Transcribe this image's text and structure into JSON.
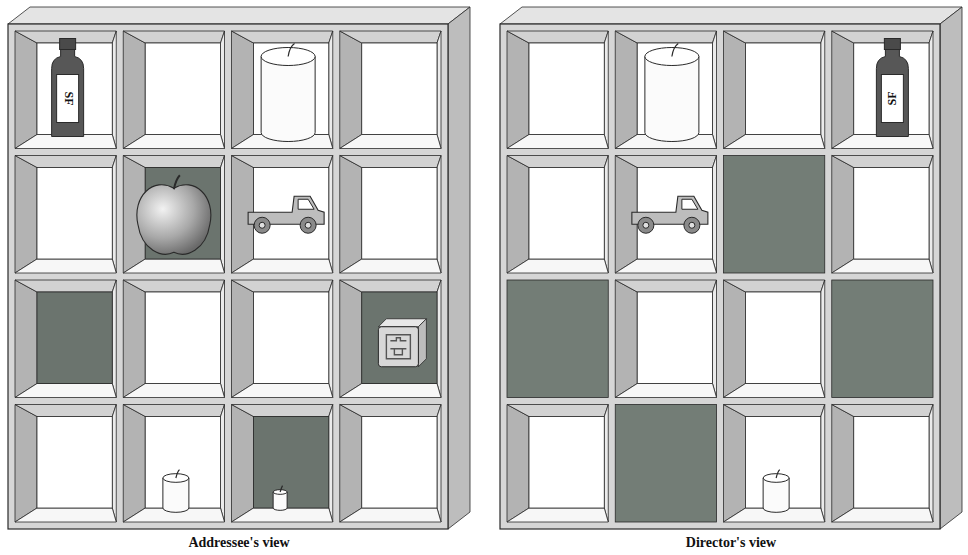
{
  "diagram": {
    "labels": [
      "SF",
      "SF",
      "Addressee's view",
      "Director's view"
    ]
  }
}
